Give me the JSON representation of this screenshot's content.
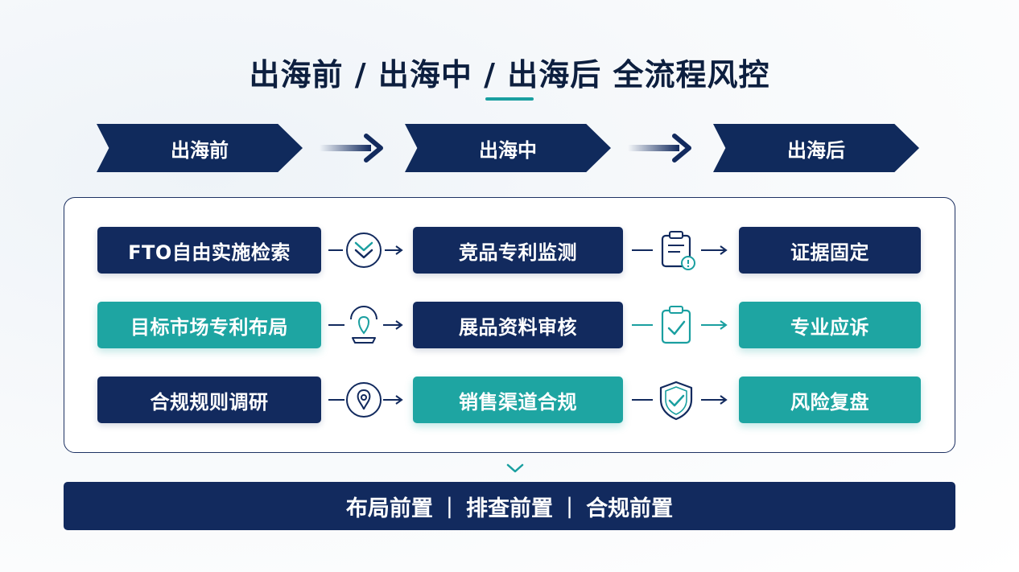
{
  "title": "出海前 / 出海中 / 出海后 全流程风控",
  "phases": [
    "出海前",
    "出海中",
    "出海后"
  ],
  "rows": [
    {
      "col1": {
        "label": "FTO自由实施检索",
        "style": "navy"
      },
      "icon1": "double-chevron-check-icon",
      "col2": {
        "label": "竞品专利监测",
        "style": "navy"
      },
      "icon2": "clipboard-alert-icon",
      "col3": {
        "label": "证据固定",
        "style": "navy"
      }
    },
    {
      "col1": {
        "label": "目标市场专利布局",
        "style": "teal"
      },
      "icon1": "location-platform-icon",
      "col2": {
        "label": "展品资料审核",
        "style": "navy"
      },
      "icon2": "clipboard-check-icon",
      "col3": {
        "label": "专业应诉",
        "style": "teal"
      }
    },
    {
      "col1": {
        "label": "合规规则调研",
        "style": "navy"
      },
      "icon1": "map-pin-icon",
      "col2": {
        "label": "销售渠道合规",
        "style": "teal"
      },
      "icon2": "shield-check-icon",
      "col3": {
        "label": "风险复盘",
        "style": "teal"
      }
    }
  ],
  "summary": [
    "布局前置",
    "排查前置",
    "合规前置"
  ],
  "summary_separator": "|",
  "colors": {
    "navy": "#122a5e",
    "teal": "#1ea5a2",
    "accent": "#1a9fa0"
  }
}
